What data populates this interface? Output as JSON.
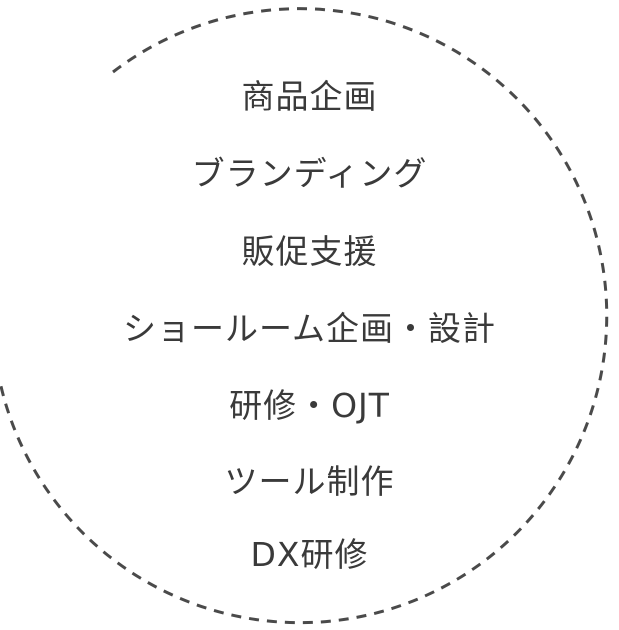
{
  "services": {
    "items": [
      {
        "label": "商品企画"
      },
      {
        "label": "ブランディング"
      },
      {
        "label": "販促支援"
      },
      {
        "label": "ショールーム企画・設計"
      },
      {
        "label": "研修・OJT"
      },
      {
        "label": "ツール制作"
      },
      {
        "label": "DX研修"
      }
    ]
  },
  "colors": {
    "text": "#3a3a3a",
    "ring": "#4a4a4a",
    "background": "#ffffff"
  }
}
